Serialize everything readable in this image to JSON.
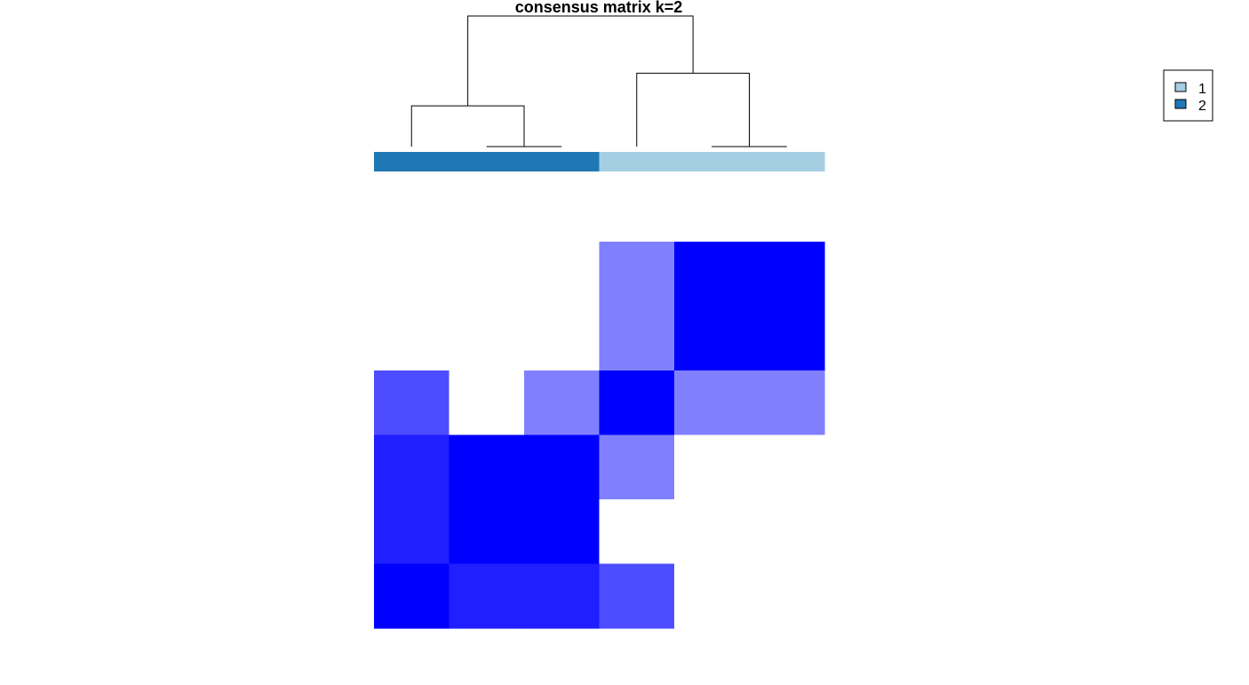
{
  "chart_data": {
    "type": "heatmap",
    "title": "consensus matrix k=2",
    "samples": 6,
    "value_range": [
      0,
      1
    ],
    "color_low": "#ffffff",
    "color_high": "#0000ff",
    "class_colors": {
      "1": "#a6cee3",
      "2": "#1f78b4"
    },
    "column_classes": [
      "2",
      "2",
      "2",
      "1",
      "1",
      "1"
    ],
    "matrix": [
      [
        0,
        0,
        0,
        0.5,
        1,
        1
      ],
      [
        0.7,
        0,
        0.5,
        1,
        0.5,
        0.5
      ],
      [
        0.88,
        1,
        1,
        0.5,
        0,
        0
      ],
      [
        0.88,
        1,
        1,
        0,
        0,
        0
      ],
      [
        1,
        0.88,
        0.88,
        0.7,
        0,
        0
      ]
    ],
    "row_weights": [
      2,
      1,
      1,
      1,
      1
    ],
    "dendrogram": {
      "leaf_order": [
        "c1",
        "c2",
        "c3",
        "c4",
        "c5",
        "c6"
      ],
      "merges": [
        {
          "left": "c2",
          "right": "c3",
          "height": 0
        },
        {
          "left": "c1",
          "right": "c2c3",
          "height": 0.5
        },
        {
          "left": "c5",
          "right": "c6",
          "height": 0
        },
        {
          "left": "c4",
          "right": "c5c6",
          "height": 0.9
        },
        {
          "left": "g1",
          "right": "g2",
          "height": 1.6
        }
      ],
      "max_height": 1.6
    },
    "legend": {
      "position": "top-right",
      "entries": [
        {
          "label": "1",
          "color": "#a6cee3"
        },
        {
          "label": "2",
          "color": "#1f78b4"
        }
      ]
    }
  }
}
